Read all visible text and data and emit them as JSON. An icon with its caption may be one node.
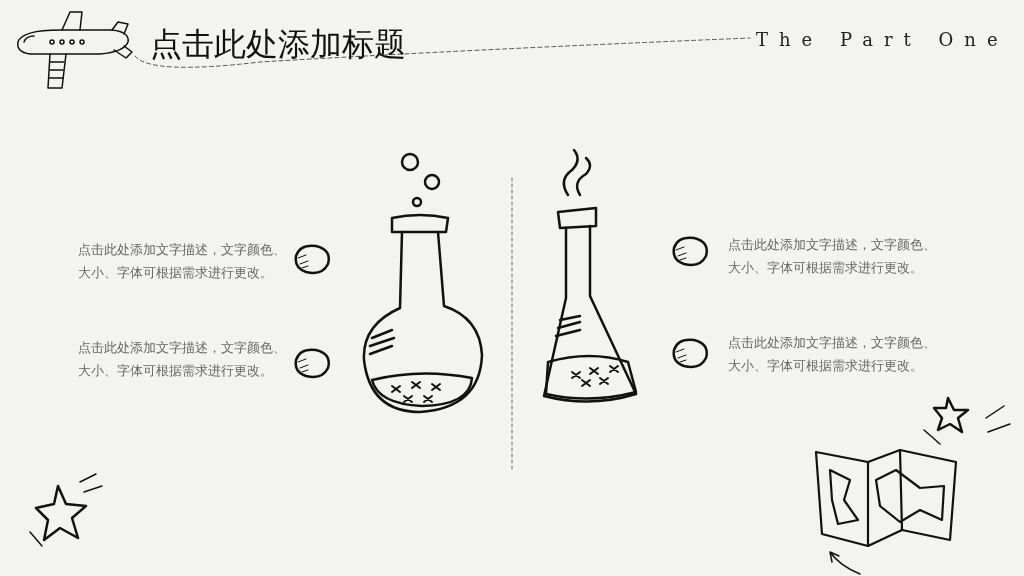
{
  "diagram": {
    "title": "点击此处添加标题",
    "labels": [
      "The Part One",
      "点击此处添加文字描述，文字颜色、大小、字体可根据需求进行更改。",
      "点击此处添加文字描述，文字颜色、大小、字体可根据需求进行更改。",
      "点击此处添加文字描述，文字颜色、大小、字体可根据需求进行更改。",
      "点击此处添加文字描述，文字颜色、大小、字体可根据需求进行更改。"
    ]
  }
}
